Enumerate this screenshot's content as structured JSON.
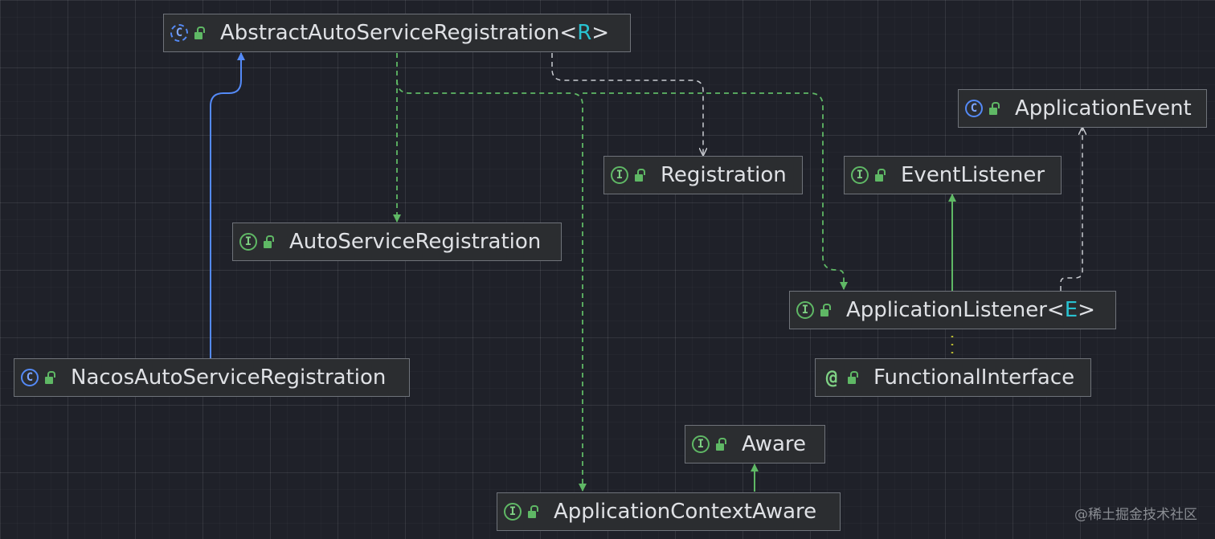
{
  "nodes": [
    {
      "id": "abstract-auto-service-registration",
      "kind": "abstract",
      "name": "AbstractAutoServiceRegistration",
      "lt": "<",
      "type_param": "R",
      "gt": ">"
    },
    {
      "id": "application-event",
      "kind": "class",
      "name": "ApplicationEvent"
    },
    {
      "id": "registration",
      "kind": "interface",
      "name": "Registration"
    },
    {
      "id": "event-listener",
      "kind": "interface",
      "name": "EventListener"
    },
    {
      "id": "auto-service-registration",
      "kind": "interface",
      "name": "AutoServiceRegistration"
    },
    {
      "id": "application-listener",
      "kind": "interface",
      "name": "ApplicationListener",
      "lt": "<",
      "type_param": "E",
      "gt": ">"
    },
    {
      "id": "nacos-auto-service-registration",
      "kind": "class",
      "name": "NacosAutoServiceRegistration"
    },
    {
      "id": "functional-interface",
      "kind": "annotation",
      "name": "FunctionalInterface"
    },
    {
      "id": "aware",
      "kind": "interface",
      "name": "Aware"
    },
    {
      "id": "application-context-aware",
      "kind": "interface",
      "name": "ApplicationContextAware"
    }
  ],
  "icons": {
    "class": {
      "glyph": "C",
      "name": "class-icon"
    },
    "abstract": {
      "glyph": "C",
      "name": "abstract-class-icon"
    },
    "interface": {
      "glyph": "I",
      "name": "interface-icon"
    },
    "annotation": {
      "glyph": "@",
      "name": "annotation-icon"
    }
  },
  "edges": [
    {
      "from": "nacos-auto-service-registration",
      "to": "abstract-auto-service-registration",
      "type": "extends"
    },
    {
      "from": "abstract-auto-service-registration",
      "to": "auto-service-registration",
      "type": "implements"
    },
    {
      "from": "abstract-auto-service-registration",
      "to": "application-context-aware",
      "type": "implements"
    },
    {
      "from": "abstract-auto-service-registration",
      "to": "application-listener",
      "type": "implements"
    },
    {
      "from": "abstract-auto-service-registration",
      "to": "registration",
      "type": "uses-type-param"
    },
    {
      "from": "application-listener",
      "to": "event-listener",
      "type": "extends"
    },
    {
      "from": "application-listener",
      "to": "application-event",
      "type": "uses-type-param"
    },
    {
      "from": "application-listener",
      "to": "functional-interface",
      "type": "annotated-with"
    },
    {
      "from": "application-context-aware",
      "to": "aware",
      "type": "extends"
    }
  ],
  "colors": {
    "background": "#1f2129",
    "extends_class": "#548af7",
    "extends_interface": "#5fb865",
    "implements": "#5fb865",
    "type_param": "#c9ccd1",
    "annotation": "#b8b830",
    "type_param_text": "#28c2d1"
  },
  "watermark": "@稀土掘金技术社区"
}
